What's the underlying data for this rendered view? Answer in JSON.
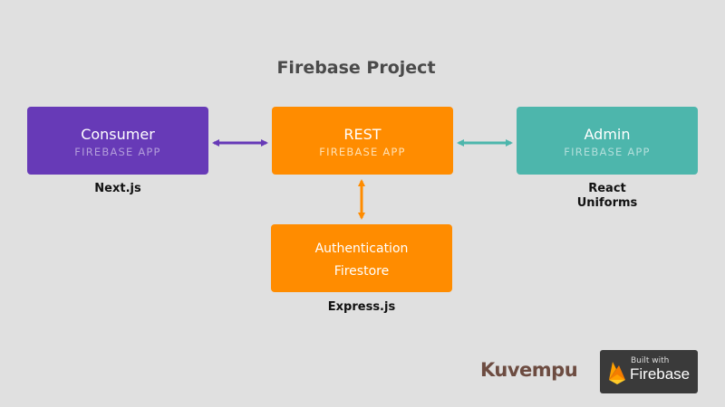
{
  "title": "Firebase Project",
  "nodes": {
    "consumer": {
      "name": "Consumer",
      "type": "FIREBASE APP",
      "caption": "Next.js"
    },
    "rest": {
      "name": "REST",
      "type": "FIREBASE APP"
    },
    "admin": {
      "name": "Admin",
      "type": "FIREBASE APP",
      "caption_line1": "React",
      "caption_line2": "Uniforms"
    },
    "backend": {
      "line1": "Authentication",
      "line2": "Firestore",
      "caption": "Express.js"
    }
  },
  "edges": [
    {
      "from": "consumer",
      "to": "rest",
      "direction": "both",
      "color": "#673ab7"
    },
    {
      "from": "rest",
      "to": "admin",
      "direction": "both",
      "color": "#4db6ac"
    },
    {
      "from": "rest",
      "to": "backend",
      "direction": "both",
      "color": "#ff8c00"
    }
  ],
  "colors": {
    "consumer": "#673ab7",
    "rest": "#ff8c00",
    "admin": "#4db6ac",
    "background": "#e0e0e0"
  },
  "branding": {
    "logo_text": "Kuvempu",
    "badge_top": "Built with",
    "badge_name": "Firebase",
    "badge_icon": "firebase-flame-icon"
  }
}
